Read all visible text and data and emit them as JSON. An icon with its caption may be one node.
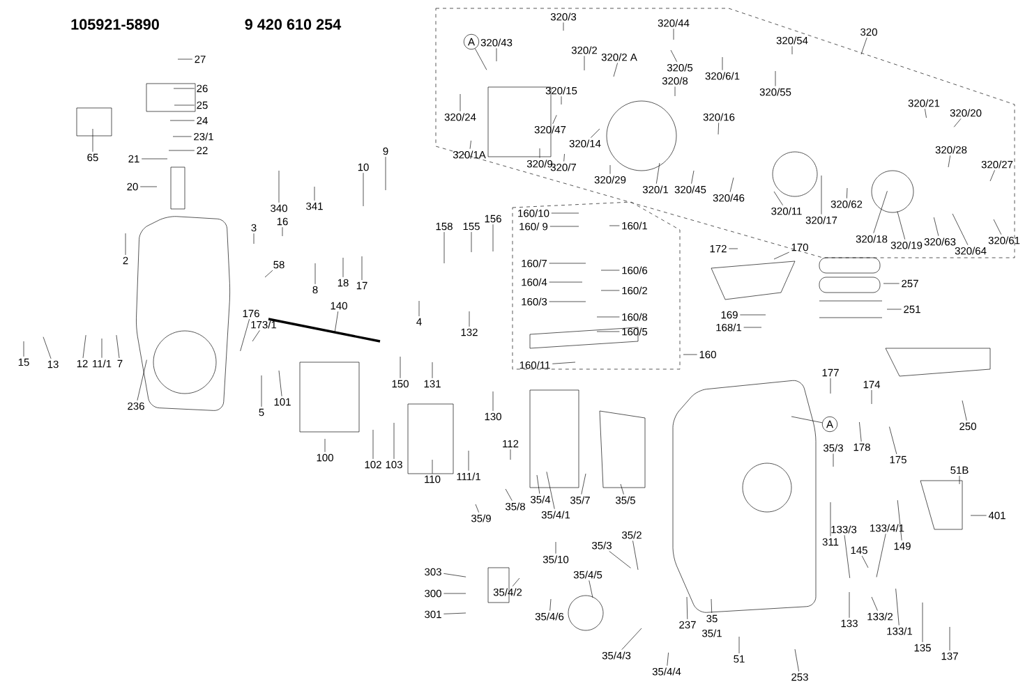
{
  "diagram": {
    "nodes": [
      {
        "text": [
          "27"
        ]
      },
      {
        "text": [
          "26"
        ]
      },
      {
        "text": [
          "25"
        ]
      },
      {
        "text": [
          "24"
        ]
      },
      {
        "text": [
          "23/1"
        ]
      },
      {
        "text": [
          "22"
        ]
      },
      {
        "text": [
          "21"
        ]
      },
      {
        "text": [
          "20"
        ]
      },
      {
        "text": [
          "65"
        ]
      },
      {
        "text": [
          "340"
        ]
      },
      {
        "text": [
          "341"
        ]
      },
      {
        "text": [
          "10"
        ]
      },
      {
        "text": [
          "9"
        ]
      },
      {
        "text": [
          "2"
        ]
      },
      {
        "text": [
          "3"
        ]
      },
      {
        "text": [
          "16"
        ]
      },
      {
        "text": [
          "58"
        ]
      },
      {
        "text": [
          "8"
        ]
      },
      {
        "text": [
          "18"
        ]
      },
      {
        "text": [
          "17"
        ]
      },
      {
        "text": [
          "155"
        ]
      },
      {
        "text": [
          "156"
        ]
      },
      {
        "text": [
          "158"
        ]
      },
      {
        "text": [
          "4"
        ]
      },
      {
        "text": [
          "132"
        ]
      },
      {
        "text": [
          "15"
        ]
      },
      {
        "text": [
          "13"
        ]
      },
      {
        "text": [
          "12"
        ]
      },
      {
        "text": [
          "11/1"
        ]
      },
      {
        "text": [
          "7"
        ]
      },
      {
        "text": [
          "176"
        ]
      },
      {
        "text": [
          "173/1"
        ]
      },
      {
        "text": [
          "140"
        ]
      },
      {
        "text": [
          "236"
        ]
      },
      {
        "text": [
          "5"
        ]
      },
      {
        "text": [
          "101"
        ]
      },
      {
        "text": [
          "150"
        ]
      },
      {
        "text": [
          "131"
        ]
      },
      {
        "text": [
          "130"
        ]
      },
      {
        "text": [
          "100"
        ]
      },
      {
        "text": [
          "102"
        ]
      },
      {
        "text": [
          "103"
        ]
      },
      {
        "text": [
          "110"
        ]
      },
      {
        "text": [
          "111/1"
        ]
      },
      {
        "text": [
          "112"
        ]
      },
      {
        "text": [
          "35/4"
        ]
      },
      {
        "text": [
          "35/4/1"
        ]
      },
      {
        "text": [
          "35/8"
        ]
      },
      {
        "text": [
          "35/9"
        ]
      },
      {
        "text": [
          "35/7"
        ]
      },
      {
        "text": [
          "35/5"
        ]
      },
      {
        "text": [
          "35/10"
        ]
      },
      {
        "text": [
          "35/3"
        ]
      },
      {
        "text": [
          "35/2"
        ]
      },
      {
        "text": [
          "303"
        ]
      },
      {
        "text": [
          "300"
        ]
      },
      {
        "text": [
          "301"
        ]
      },
      {
        "text": [
          "35/4/5"
        ]
      },
      {
        "text": [
          "35/4/2"
        ]
      },
      {
        "text": [
          "35/4/6"
        ]
      },
      {
        "text": [
          "35/4/3"
        ]
      },
      {
        "text": [
          "35/4/4"
        ]
      },
      {
        "text": [
          "237"
        ]
      },
      {
        "text": [
          "35"
        ]
      },
      {
        "text": [
          "51"
        ]
      },
      {
        "text": [
          "253"
        ]
      },
      {
        "text": [
          "311"
        ]
      },
      {
        "text": [
          "145"
        ]
      },
      {
        "text": [
          "149"
        ]
      },
      {
        "text": [
          "401"
        ]
      },
      {
        "text": [
          "51B"
        ]
      },
      {
        "text": [
          "35/3"
        ]
      },
      {
        "text": [
          "A"
        ]
      },
      {
        "text": [
          "178"
        ]
      },
      {
        "text": [
          "175"
        ]
      },
      {
        "text": [
          "174"
        ]
      },
      {
        "text": [
          "177"
        ]
      },
      {
        "text": [
          "250"
        ]
      },
      {
        "text": [
          "251"
        ]
      },
      {
        "text": [
          "257"
        ]
      },
      {
        "text": [
          "169"
        ]
      },
      {
        "text": [
          "168/1"
        ]
      },
      {
        "text": [
          "172"
        ]
      },
      {
        "text": [
          "170"
        ]
      },
      {
        "text": [
          "160"
        ]
      },
      {
        "text": [
          "160/10"
        ]
      },
      {
        "text": [
          "160/ 9"
        ]
      },
      {
        "text": [
          "160/1"
        ]
      },
      {
        "text": [
          "160/7"
        ]
      },
      {
        "text": [
          "160/6"
        ]
      },
      {
        "text": [
          "160/4"
        ]
      },
      {
        "text": [
          "160/2"
        ]
      },
      {
        "text": [
          "160/3"
        ]
      },
      {
        "text": [
          "160/8"
        ]
      },
      {
        "text": [
          "160/5"
        ]
      },
      {
        "text": [
          "160/11"
        ]
      },
      {
        "text": [
          "133/3"
        ]
      },
      {
        "text": [
          "133/4/1"
        ]
      },
      {
        "text": [
          "133"
        ]
      },
      {
        "text": [
          "133/2"
        ]
      },
      {
        "text": [
          "133/1"
        ]
      },
      {
        "text": [
          "135"
        ]
      },
      {
        "text": [
          "137"
        ]
      },
      {
        "text": [
          "320"
        ]
      },
      {
        "text": [
          "320/3"
        ]
      },
      {
        "text": [
          "320/43"
        ]
      },
      {
        "text": [
          "A"
        ]
      },
      {
        "text": [
          "320/2"
        ]
      },
      {
        "text": [
          "320/2 A"
        ]
      },
      {
        "text": [
          "320/44"
        ]
      },
      {
        "text": [
          "320/5"
        ]
      },
      {
        "text": [
          "320/6/1"
        ]
      },
      {
        "text": [
          "320/54"
        ]
      },
      {
        "text": [
          "320/55"
        ]
      },
      {
        "text": [
          "320/8"
        ]
      },
      {
        "text": [
          "320/15"
        ]
      },
      {
        "text": [
          "320/24"
        ]
      },
      {
        "text": [
          "320/47"
        ]
      },
      {
        "text": [
          "320/14"
        ]
      },
      {
        "text": [
          "320/1A"
        ]
      },
      {
        "text": [
          "320/9"
        ]
      },
      {
        "text": [
          "320/7"
        ]
      },
      {
        "text": [
          "320/29"
        ]
      },
      {
        "text": [
          "320/1"
        ]
      },
      {
        "text": [
          "320/45"
        ]
      },
      {
        "text": [
          "320/46"
        ]
      },
      {
        "text": [
          "320/16"
        ]
      },
      {
        "text": [
          "320/11"
        ]
      },
      {
        "text": [
          "320/17"
        ]
      },
      {
        "text": [
          "320/62"
        ]
      },
      {
        "text": [
          "320/18"
        ]
      },
      {
        "text": [
          "320/19"
        ]
      },
      {
        "text": [
          "320/21"
        ]
      },
      {
        "text": [
          "320/20"
        ]
      },
      {
        "text": [
          "320/28"
        ]
      },
      {
        "text": [
          "320/27"
        ]
      },
      {
        "text": [
          "320/63"
        ]
      },
      {
        "text": [
          "320/64"
        ]
      },
      {
        "text": [
          "320/61"
        ]
      }
    ],
    "edges": [
      {
        "from": 0,
        "to": null,
        "arrow": "none"
      },
      {
        "from": 1,
        "to": null,
        "arrow": "none"
      },
      {
        "from": 2,
        "to": null,
        "arrow": "none"
      },
      {
        "from": 3,
        "to": null,
        "arrow": "none"
      },
      {
        "from": 4,
        "to": null,
        "arrow": "none"
      },
      {
        "from": 5,
        "to": null,
        "arrow": "none"
      },
      {
        "from": 6,
        "to": null,
        "arrow": "none"
      },
      {
        "from": 7,
        "to": null,
        "arrow": "none"
      },
      {
        "from": 8,
        "to": null,
        "arrow": "none"
      },
      {
        "from": 9,
        "to": null,
        "arrow": "none"
      },
      {
        "from": 10,
        "to": null,
        "arrow": "none"
      },
      {
        "from": 11,
        "to": null,
        "arrow": "none"
      },
      {
        "from": 12,
        "to": null,
        "arrow": "none"
      },
      {
        "from": 13,
        "to": null,
        "arrow": "none"
      },
      {
        "from": 14,
        "to": null,
        "arrow": "none"
      },
      {
        "from": 15,
        "to": null,
        "arrow": "none"
      },
      {
        "from": 16,
        "to": null,
        "arrow": "none"
      },
      {
        "from": 17,
        "to": null,
        "arrow": "none"
      },
      {
        "from": 18,
        "to": null,
        "arrow": "none"
      },
      {
        "from": 19,
        "to": null,
        "arrow": "none"
      },
      {
        "from": 20,
        "to": null,
        "arrow": "none"
      },
      {
        "from": 21,
        "to": null,
        "arrow": "none"
      },
      {
        "from": 22,
        "to": null,
        "arrow": "none"
      },
      {
        "from": 23,
        "to": null,
        "arrow": "none"
      },
      {
        "from": 24,
        "to": null,
        "arrow": "none"
      },
      {
        "from": 25,
        "to": null,
        "arrow": "none"
      },
      {
        "from": 26,
        "to": null,
        "arrow": "none"
      },
      {
        "from": 27,
        "to": null,
        "arrow": "none"
      },
      {
        "from": 28,
        "to": null,
        "arrow": "none"
      },
      {
        "from": 29,
        "to": null,
        "arrow": "none"
      },
      {
        "from": 30,
        "to": null,
        "arrow": "none"
      },
      {
        "from": 31,
        "to": null,
        "arrow": "none"
      },
      {
        "from": 32,
        "to": null,
        "arrow": "none"
      },
      {
        "from": 33,
        "to": null,
        "arrow": "none"
      },
      {
        "from": 34,
        "to": null,
        "arrow": "none"
      },
      {
        "from": 35,
        "to": null,
        "arrow": "none"
      },
      {
        "from": 36,
        "to": null,
        "arrow": "none"
      },
      {
        "from": 37,
        "to": null,
        "arrow": "none"
      },
      {
        "from": 38,
        "to": null,
        "arrow": "none"
      },
      {
        "from": 39,
        "to": null,
        "arrow": "none"
      },
      {
        "from": 40,
        "to": null,
        "arrow": "none"
      },
      {
        "from": 41,
        "to": null,
        "arrow": "none"
      },
      {
        "from": 42,
        "to": null,
        "arrow": "none"
      },
      {
        "from": 43,
        "to": null,
        "arrow": "none"
      },
      {
        "from": 44,
        "to": null,
        "arrow": "none"
      },
      {
        "from": 45,
        "to": null,
        "arrow": "none"
      },
      {
        "from": 46,
        "to": null,
        "arrow": "none"
      },
      {
        "from": 47,
        "to": null,
        "arrow": "none"
      },
      {
        "from": 48,
        "to": null,
        "arrow": "none"
      },
      {
        "from": 49,
        "to": null,
        "arrow": "none"
      },
      {
        "from": 50,
        "to": null,
        "arrow": "none"
      },
      {
        "from": 51,
        "to": null,
        "arrow": "none"
      },
      {
        "from": 52,
        "to": null,
        "arrow": "none"
      },
      {
        "from": 53,
        "to": null,
        "arrow": "none"
      },
      {
        "from": 54,
        "to": null,
        "arrow": "none"
      },
      {
        "from": 55,
        "to": null,
        "arrow": "none"
      },
      {
        "from": 56,
        "to": null,
        "arrow": "none"
      },
      {
        "from": 57,
        "to": null,
        "arrow": "none"
      },
      {
        "from": 58,
        "to": null,
        "arrow": "none"
      },
      {
        "from": 59,
        "to": null,
        "arrow": "none"
      },
      {
        "from": 60,
        "to": null,
        "arrow": "none"
      },
      {
        "from": 61,
        "to": null,
        "arrow": "none"
      },
      {
        "from": 62,
        "to": null,
        "arrow": "none"
      },
      {
        "from": 63,
        "to": null,
        "arrow": "none"
      },
      {
        "from": 64,
        "to": null,
        "arrow": "none"
      },
      {
        "from": 65,
        "to": null,
        "arrow": "none"
      },
      {
        "from": 66,
        "to": null,
        "arrow": "none"
      },
      {
        "from": 67,
        "to": null,
        "arrow": "none"
      },
      {
        "from": 68,
        "to": null,
        "arrow": "none"
      },
      {
        "from": 69,
        "to": null,
        "arrow": "none"
      },
      {
        "from": 70,
        "to": null,
        "arrow": "none"
      },
      {
        "from": 71,
        "to": null,
        "arrow": "none"
      },
      {
        "from": 72,
        "to": null,
        "arrow": "none"
      },
      {
        "from": 73,
        "to": null,
        "arrow": "none"
      },
      {
        "from": 74,
        "to": null,
        "arrow": "none"
      },
      {
        "from": 75,
        "to": null,
        "arrow": "none"
      },
      {
        "from": 76,
        "to": null,
        "arrow": "none"
      },
      {
        "from": 77,
        "to": null,
        "arrow": "none"
      },
      {
        "from": 78,
        "to": null,
        "arrow": "none"
      },
      {
        "from": 79,
        "to": null,
        "arrow": "none"
      },
      {
        "from": 80,
        "to": null,
        "arrow": "none"
      },
      {
        "from": 81,
        "to": null,
        "arrow": "none"
      },
      {
        "from": 82,
        "to": null,
        "arrow": "none"
      },
      {
        "from": 83,
        "to": null,
        "arrow": "none"
      },
      {
        "from": 84,
        "to": null,
        "arrow": "none"
      },
      {
        "from": 85,
        "to": null,
        "arrow": "none"
      },
      {
        "from": 86,
        "to": null,
        "arrow": "none"
      },
      {
        "from": 87,
        "to": null,
        "arrow": "none"
      },
      {
        "from": 88,
        "to": null,
        "arrow": "none"
      },
      {
        "from": 89,
        "to": null,
        "arrow": "none"
      },
      {
        "from": 90,
        "to": null,
        "arrow": "none"
      },
      {
        "from": 91,
        "to": null,
        "arrow": "none"
      },
      {
        "from": 92,
        "to": null,
        "arrow": "none"
      },
      {
        "from": 93,
        "to": null,
        "arrow": "none"
      },
      {
        "from": 94,
        "to": null,
        "arrow": "none"
      },
      {
        "from": 95,
        "to": null,
        "arrow": "none"
      },
      {
        "from": 96,
        "to": null,
        "arrow": "none"
      },
      {
        "from": 97,
        "to": null,
        "arrow": "none"
      },
      {
        "from": 98,
        "to": null,
        "arrow": "none"
      },
      {
        "from": 99,
        "to": null,
        "arrow": "none"
      },
      {
        "from": 100,
        "to": null,
        "arrow": "none"
      },
      {
        "from": 101,
        "to": null,
        "arrow": "none"
      },
      {
        "from": 102,
        "to": null,
        "arrow": "none"
      },
      {
        "from": 103,
        "to": null,
        "arrow": "none"
      },
      {
        "from": 104,
        "to": null,
        "arrow": "none"
      },
      {
        "from": 105,
        "to": null,
        "arrow": "none"
      },
      {
        "from": 106,
        "to": null,
        "arrow": "none"
      },
      {
        "from": 107,
        "to": null,
        "arrow": "none"
      },
      {
        "from": 108,
        "to": null,
        "arrow": "none"
      },
      {
        "from": 109,
        "to": null,
        "arrow": "none"
      },
      {
        "from": 110,
        "to": null,
        "arrow": "none"
      },
      {
        "from": 111,
        "to": null,
        "arrow": "none"
      },
      {
        "from": 112,
        "to": null,
        "arrow": "none"
      },
      {
        "from": 113,
        "to": null,
        "arrow": "none"
      },
      {
        "from": 114,
        "to": null,
        "arrow": "none"
      },
      {
        "from": 115,
        "to": null,
        "arrow": "none"
      },
      {
        "from": 116,
        "to": null,
        "arrow": "none"
      },
      {
        "from": 117,
        "to": null,
        "arrow": "none"
      },
      {
        "from": 118,
        "to": null,
        "arrow": "none"
      },
      {
        "from": 119,
        "to": null,
        "arrow": "none"
      },
      {
        "from": 120,
        "to": null,
        "arrow": "none"
      },
      {
        "from": 121,
        "to": null,
        "arrow": "none"
      },
      {
        "from": 122,
        "to": null,
        "arrow": "none"
      },
      {
        "from": 123,
        "to": null,
        "arrow": "none"
      },
      {
        "from": 124,
        "to": null,
        "arrow": "none"
      },
      {
        "from": 125,
        "to": null,
        "arrow": "none"
      },
      {
        "from": 126,
        "to": null,
        "arrow": "none"
      },
      {
        "from": 127,
        "to": null,
        "arrow": "none"
      },
      {
        "from": 128,
        "to": null,
        "arrow": "none"
      },
      {
        "from": 129,
        "to": null,
        "arrow": "none"
      },
      {
        "from": 130,
        "to": null,
        "arrow": "none"
      },
      {
        "from": 131,
        "to": null,
        "arrow": "none"
      },
      {
        "from": 132,
        "to": null,
        "arrow": "none"
      },
      {
        "from": 133,
        "to": null,
        "arrow": "none"
      },
      {
        "from": 134,
        "to": null,
        "arrow": "none"
      },
      {
        "from": 135,
        "to": null,
        "arrow": "none"
      },
      {
        "from": 136,
        "to": null,
        "arrow": "none"
      },
      {
        "from": 137,
        "to": null,
        "arrow": "none"
      },
      {
        "from": 138,
        "to": null,
        "arrow": "none"
      }
    ],
    "labels": [
      "105921-5890",
      "9 420 610 254",
      "35/1"
    ]
  }
}
